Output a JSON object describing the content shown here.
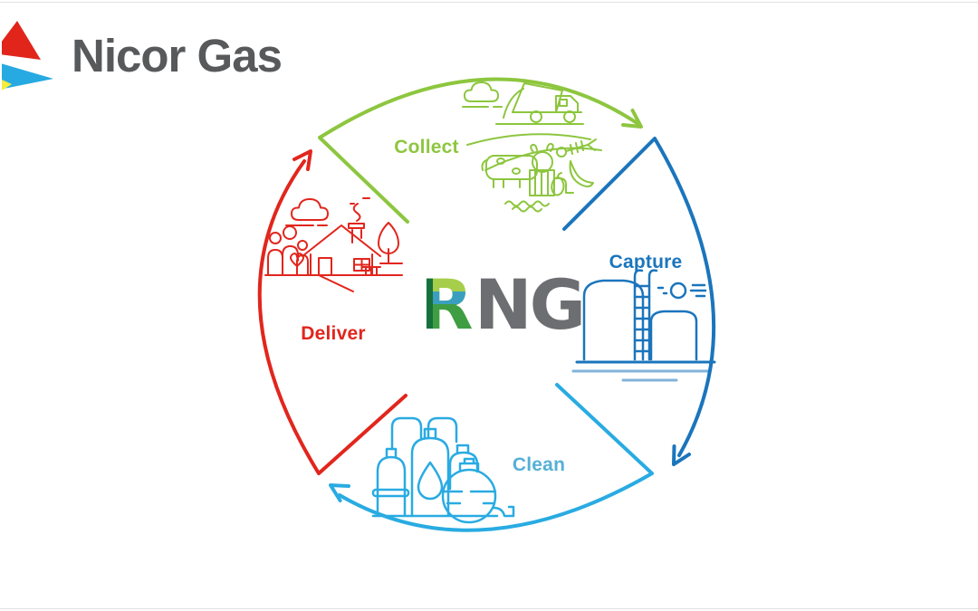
{
  "brand": {
    "name": "Nicor Gas"
  },
  "center_logo": {
    "r": "R",
    "ng": "NG"
  },
  "sections": [
    {
      "id": "collect",
      "label": "Collect",
      "icons": [
        "cloud-icon",
        "dump-truck-icon",
        "field-lines",
        "cow-icon",
        "fish-skeleton-icon",
        "banana-peel-icon",
        "apple-core-icon",
        "digester-icon",
        "water-waves"
      ]
    },
    {
      "id": "capture",
      "label": "Capture",
      "icons": [
        "sun-icon",
        "storage-tanks-icon",
        "ladder-icon",
        "ground-lines"
      ]
    },
    {
      "id": "clean",
      "label": "Clean",
      "icons": [
        "gas-cylinders-icon",
        "droplet-icon",
        "sphere-tank-icon"
      ]
    },
    {
      "id": "deliver",
      "label": "Deliver",
      "icons": [
        "cloud-icon",
        "chimney-smoke-icon",
        "house-icon",
        "family-icon",
        "heart-icon",
        "tree-icon"
      ]
    }
  ],
  "colors": {
    "collect": "#8dc63f",
    "capture": "#1b75bc",
    "clean": "#29abe2",
    "clean-label": "#55b0d5",
    "deliver": "#e1261d",
    "brand-text": "#58595b",
    "logo-red": "#e1251b",
    "logo-blue": "#27aae1",
    "logo-yellow": "#f5ec3d",
    "rng-dark-green": "#17713c",
    "rng-light-green": "#a6ce4a",
    "rng-teal": "#3a9fbf",
    "rng-mid-green": "#3f9e44",
    "rng-gray": "#6d6e71",
    "rule": "#e2e2e2"
  }
}
